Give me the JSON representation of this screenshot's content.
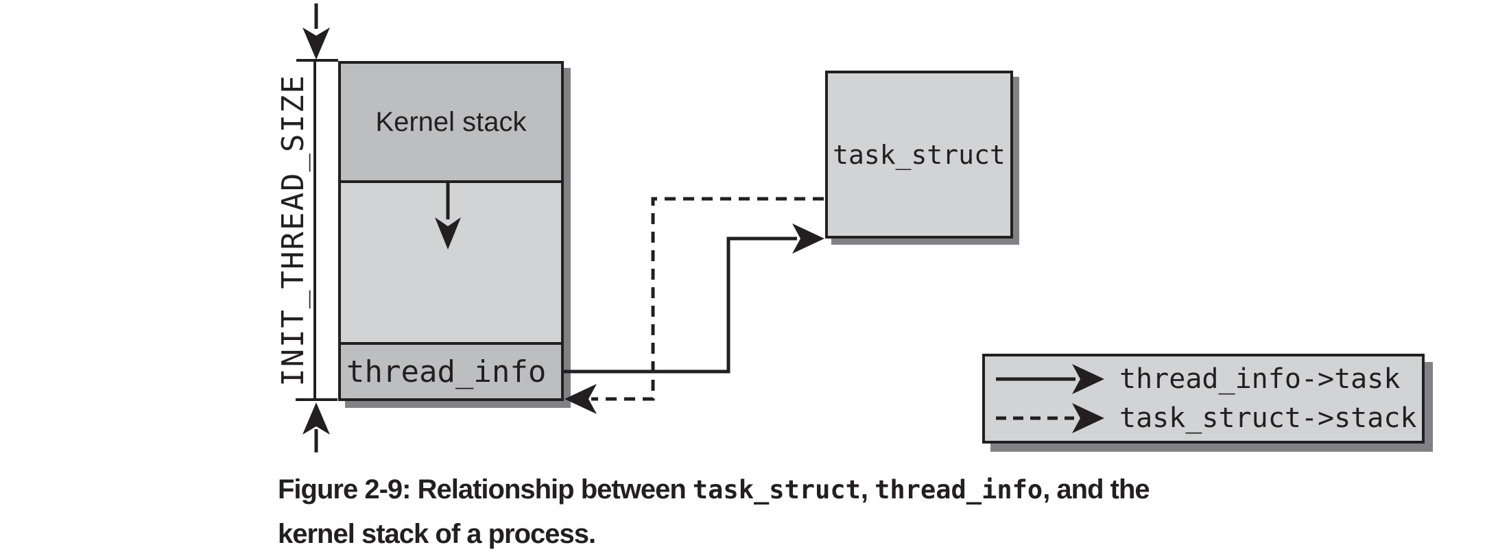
{
  "figure": {
    "stack": {
      "size_label": "INIT_THREAD_SIZE",
      "kernel_stack_label": "Kernel stack",
      "thread_info_label": "thread_info"
    },
    "task_struct_label": "task_struct",
    "legend": {
      "items": [
        {
          "style": "solid",
          "label": "thread_info->task"
        },
        {
          "style": "dashed",
          "label": "task_struct->stack"
        }
      ]
    },
    "caption": {
      "line1_part1": "Figure 2-9: Relationship between ",
      "line1_code1": "task_struct",
      "line1_sep": ", ",
      "line1_code2": "thread_info",
      "line1_part2": ", and the",
      "line2": "kernel stack of a process."
    },
    "colors": {
      "ink": "#231f20",
      "fill_dark_gray": "#bcbec0",
      "fill_light_gray": "#d1d3d4",
      "shadow_gray": "#808285",
      "background": "#ffffff"
    }
  }
}
